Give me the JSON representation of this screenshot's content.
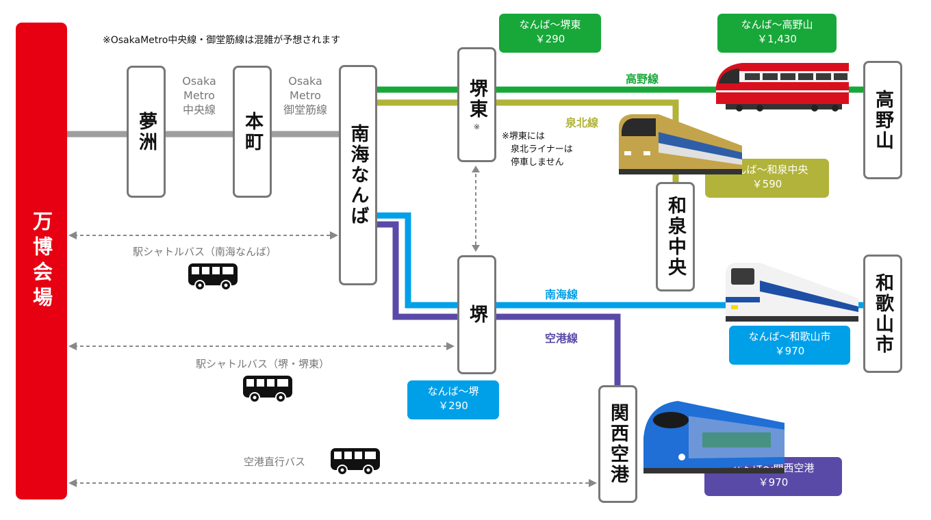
{
  "colors": {
    "expo_red": "#e60012",
    "koya_green": "#17a839",
    "senboku_olive": "#b1b33a",
    "nankai_blue": "#00a0e9",
    "airport_purple": "#5a4aa8",
    "metro_gray": "#9e9e9e"
  },
  "notice": "※OsakaMetro中央線・御堂筋線は混雑が予想されます",
  "venue": {
    "label": "万博会場"
  },
  "stations": {
    "yumeshima": "夢洲",
    "honmachi": "本町",
    "namba": "南海なんば",
    "sakaihigashi": "堺東",
    "sakaihigashi_mark": "※",
    "sakai": "堺",
    "izumichuo": "和泉中央",
    "koyasan": "高野山",
    "wakayamashi": "和歌山市",
    "kansai_airport": "関西空港"
  },
  "metro_labels": {
    "chuo": [
      "Osaka",
      "Metro",
      "中央線"
    ],
    "midosuji": [
      "Osaka",
      "Metro",
      "御堂筋線"
    ]
  },
  "sakaihigashi_note": [
    "※堺東には",
    "泉北ライナーは",
    "停車しません"
  ],
  "lines": {
    "koya": "高野線",
    "senboku": "泉北線",
    "nankai": "南海線",
    "airport": "空港線"
  },
  "fares": {
    "sakaihigashi": {
      "route": "なんば〜堺東",
      "price": "￥290"
    },
    "koyasan": {
      "route": "なんば〜高野山",
      "price": "￥1,430"
    },
    "izumichuo": {
      "route": "なんば〜和泉中央",
      "price": "￥590"
    },
    "wakayamashi": {
      "route": "なんば〜和歌山市",
      "price": "￥970"
    },
    "sakai": {
      "route": "なんば〜堺",
      "price": "￥290"
    },
    "kansai_airport": {
      "route": "なんば〜関西空港",
      "price": "￥970"
    }
  },
  "buses": {
    "namba_shuttle": "駅シャトルバス（南海なんば）",
    "sakai_shuttle": "駅シャトルバス（堺・堺東）",
    "airport_direct": "空港直行バス"
  },
  "icons": {
    "bus": "bus-icon",
    "koya_train": "red-limited-express-train-icon",
    "senboku_train": "gold-senboku-liner-train-icon",
    "nankai_train": "blue-white-southern-train-icon",
    "rapit_train": "blue-rapit-train-icon"
  }
}
